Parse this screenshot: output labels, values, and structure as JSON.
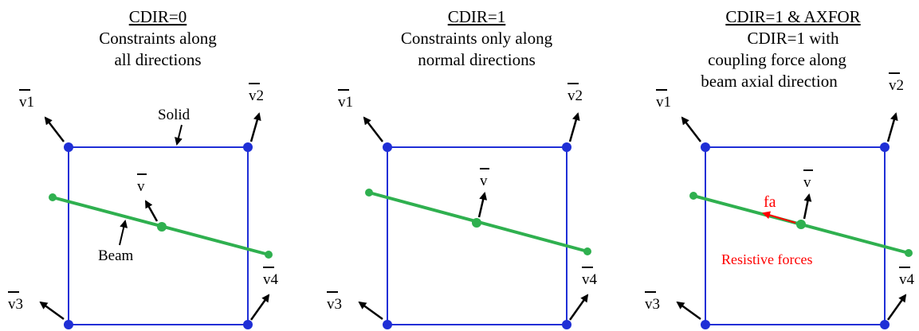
{
  "colors": {
    "solid": "#1f2fd6",
    "beam": "#2fb04f",
    "force": "#ff0000",
    "arrow": "#000000"
  },
  "panels": [
    {
      "title": "CDIR=0",
      "subtitle1": "Constraints along",
      "subtitle2": "all directions",
      "v1": "v1",
      "v2": "v2",
      "v3": "v3",
      "v4": "v4",
      "v": "v",
      "solid_label": "Solid",
      "beam_label": "Beam"
    },
    {
      "title": "CDIR=1",
      "subtitle1": "Constraints only along",
      "subtitle2": "normal directions",
      "v1": "v1",
      "v2": "v2",
      "v3": "v3",
      "v4": "v4",
      "v": "v"
    },
    {
      "title": "CDIR=1 & AXFOR",
      "subtitle1": "CDIR=1 with",
      "subtitle2": "coupling force along",
      "subtitle3": "beam axial direction",
      "v1": "v1",
      "v2": "v2",
      "v3": "v3",
      "v4": "v4",
      "v": "v",
      "force_label": "fa",
      "resistive_label": "Resistive forces"
    }
  ]
}
